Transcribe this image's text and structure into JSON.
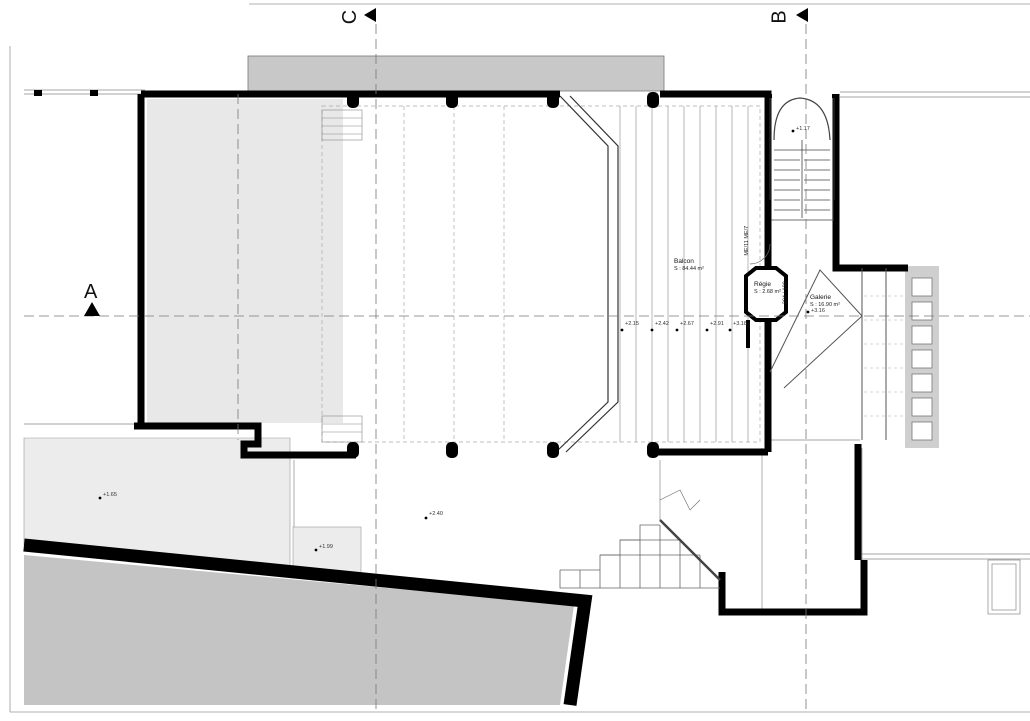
{
  "sections": {
    "a": "A",
    "b": "B",
    "c": "C"
  },
  "rooms": {
    "balcon_name": "Balcon",
    "balcon_area": "S : 84.44 m²",
    "regie_name": "Régie",
    "regie_area": "S : 2.68 m²",
    "galerie_name": "Galerie",
    "galerie_area": "S : 16.90 m²"
  },
  "levels": {
    "l_117": "+1.17",
    "l_316": "+3.16",
    "l_215": "+2.15",
    "l_242": "+2.42",
    "l_267": "+2.67",
    "l_291": "+2.91",
    "l_318": "+3.18",
    "l_165": "+1.65",
    "l_240": "+2.40",
    "l_199": "+1.99"
  },
  "door_notes": {
    "d1": "ME/11 ME/7",
    "d2": "204 / 100"
  },
  "colors": {
    "wall": "#000000",
    "hatch_fill": "#e6e6e6",
    "roof_fill": "#c8c8c8",
    "dash_line": "#777777",
    "thin_line": "#888888"
  }
}
